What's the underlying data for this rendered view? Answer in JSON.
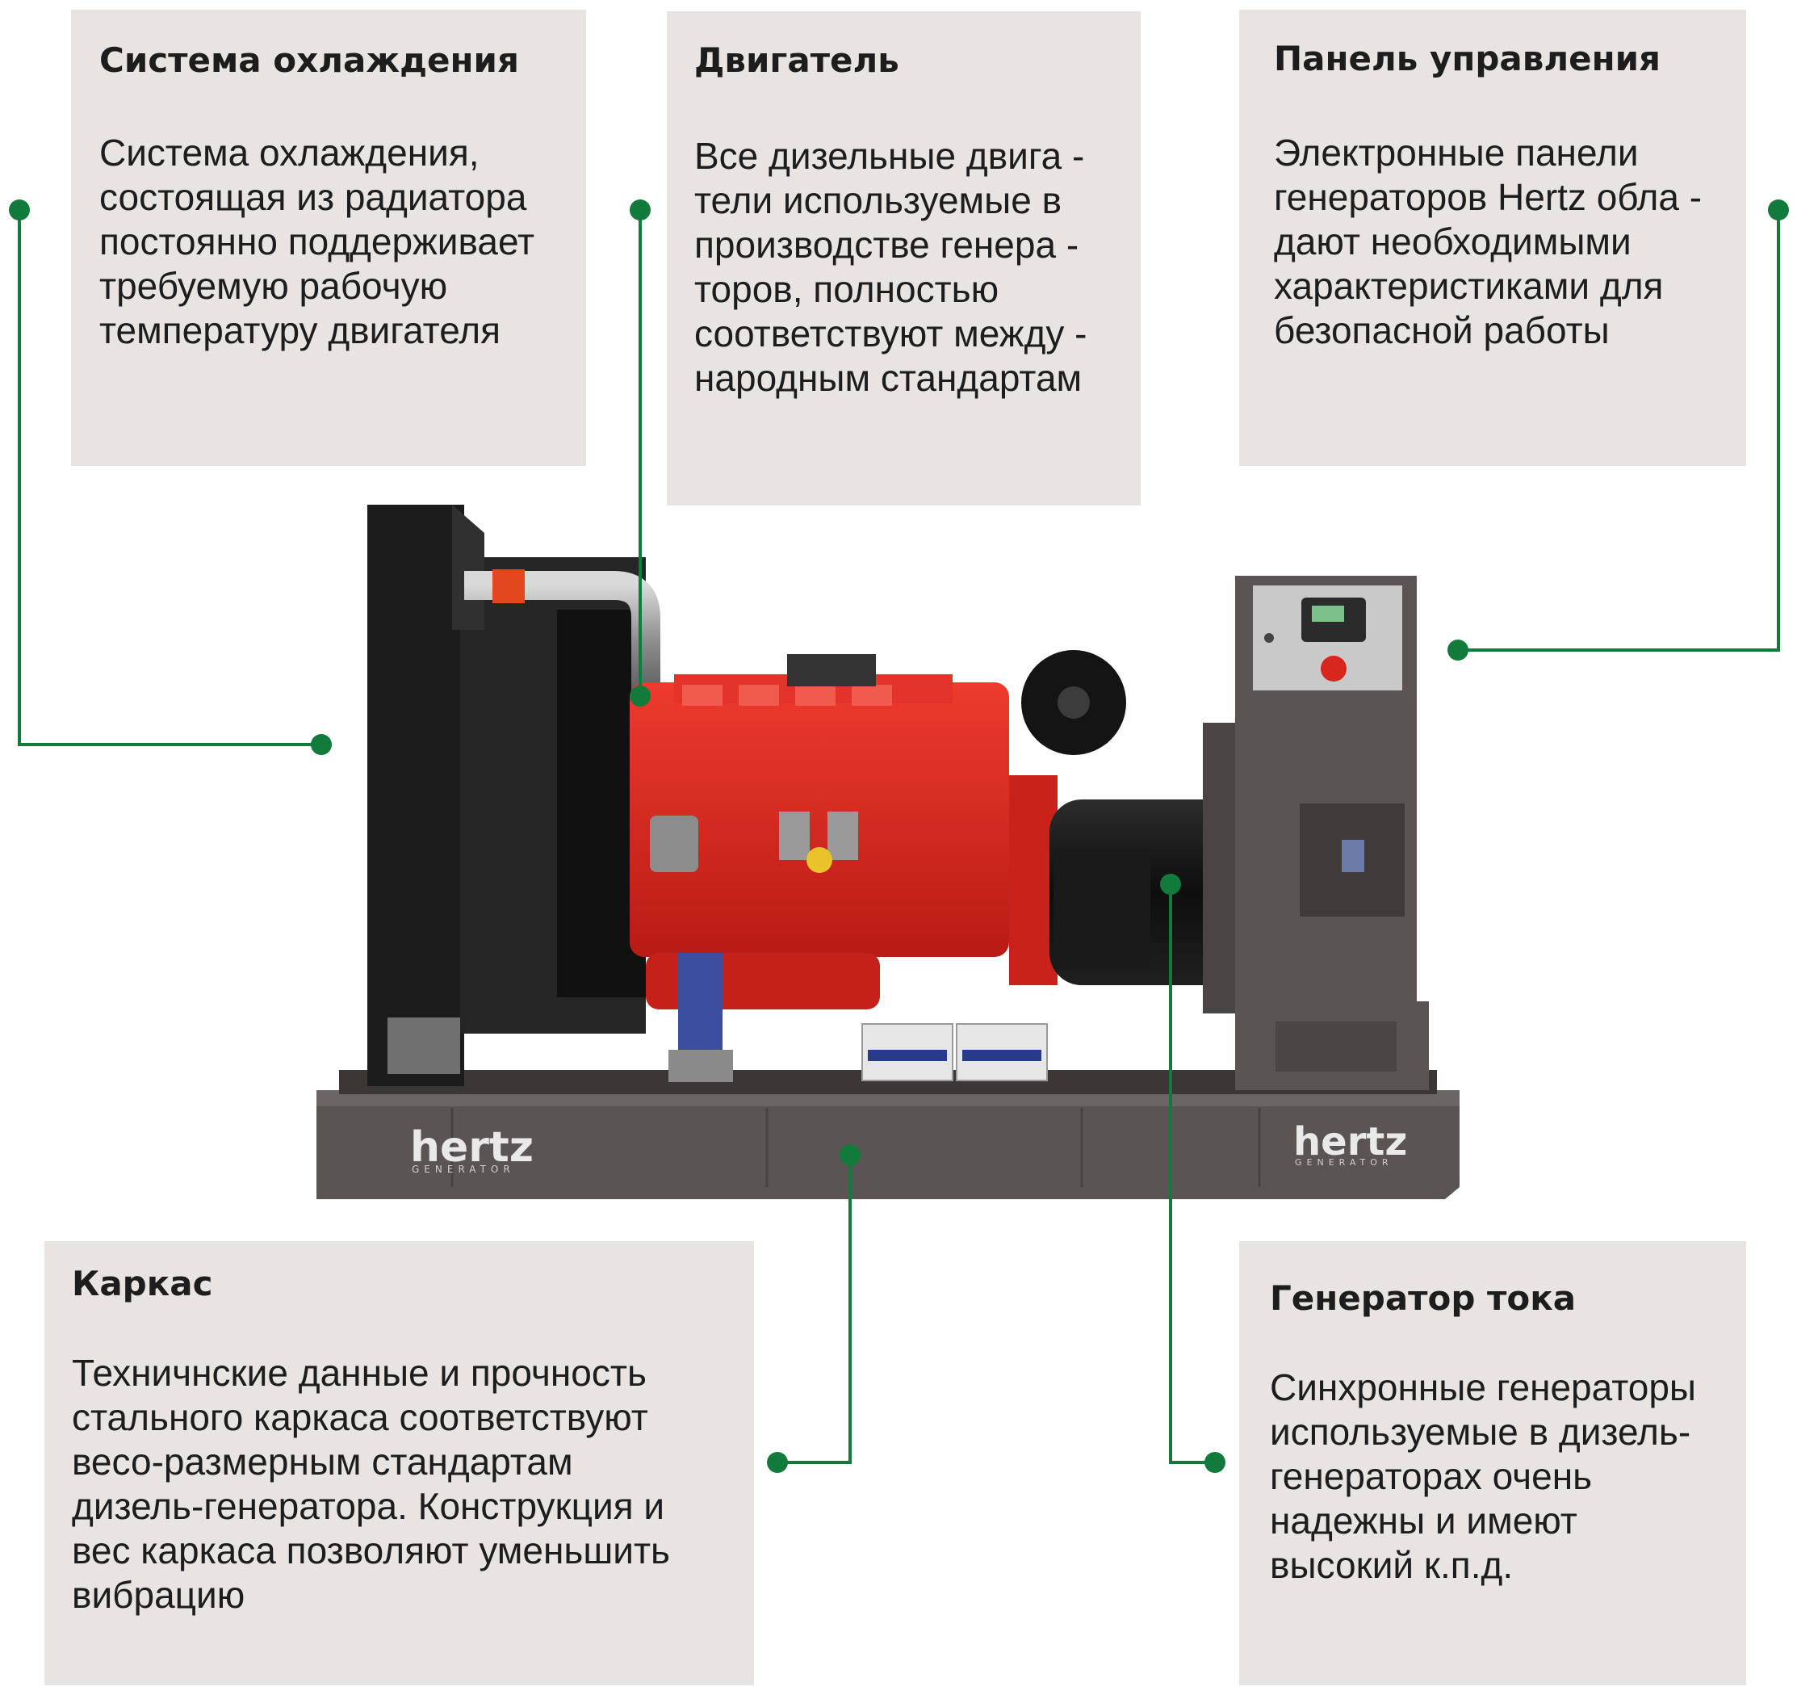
{
  "colors": {
    "panel_bg": "#e7e4e1",
    "accent_green": "#127a3a",
    "engine_red": "#d8261d",
    "frame_gray": "#5a5554",
    "radiator_black": "#1c1c1c"
  },
  "callouts": {
    "cooling": {
      "title": "Система охлаждения",
      "text": "Система охлаждения,\nсостоящая из радиатора\nпостоянно поддерживает\nтребуемую рабочую\nтемпературу двигателя"
    },
    "engine": {
      "title": "Двигатель",
      "text": "Все дизельные двига -\nтели используемые в\nпроизводстве генера -\nторов, полностью\nсоответствуют между -\nнародным стандартам"
    },
    "panel": {
      "title": "Панель управления",
      "text": "Электронные панели\nгенераторов Hertz обла -\nдают необходимыми\nхарактеристиками для\nбезопасной работы"
    },
    "frame": {
      "title": "Каркас",
      "text": "Техничнские данные и прочность\nстального каркаса соответствуют\nвесо-размерным стандартам\nдизель-генератора. Конструкция и\nвес каркаса позволяют уменьшить\nвибрацию"
    },
    "alternator": {
      "title": "Генератор тока",
      "text": "Синхронные генераторы\nиспользуемые в дизель-\nгенераторах очень\nнадежны и имеют\nвысокий к.п.д."
    }
  },
  "brand": {
    "logo_text": "hertz",
    "logo_sub": "GENERATOR"
  }
}
